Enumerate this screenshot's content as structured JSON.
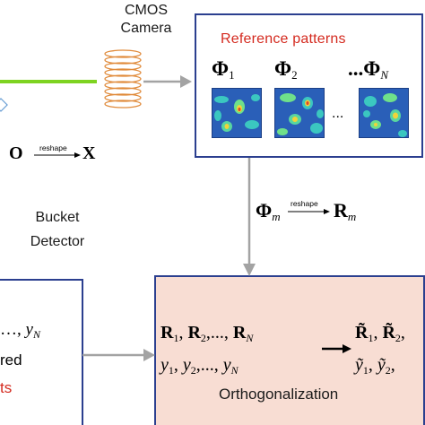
{
  "camera_label": [
    "CMOS",
    "Camera"
  ],
  "reference_title": "Reference patterns",
  "phi_symbol": "Φ",
  "phi_labels": [
    {
      "sub": "1",
      "prefix": ""
    },
    {
      "sub": "2",
      "prefix": ""
    },
    {
      "sub": "N",
      "prefix": "..."
    }
  ],
  "pattern_ellipsis": "...",
  "o_symbol": "O",
  "x_symbol": "X",
  "reshape_label": "reshape",
  "bucket_label": [
    "Bucket",
    "Detector"
  ],
  "phi_m_sub": "m",
  "r_symbol": "R",
  "r_m_sub": "m",
  "left_box": {
    "line1_prefix": "…, ",
    "line1_var": "y",
    "line1_sub": "N",
    "line2": "red",
    "line3": "ts"
  },
  "ortho_box": {
    "r_terms": [
      {
        "sym": "R",
        "sub": "1",
        "sep": ", "
      },
      {
        "sym": "R",
        "sub": "2",
        "sep": ",..., "
      },
      {
        "sym": "R",
        "sub": "N",
        "sep": ""
      }
    ],
    "y_terms": [
      {
        "sym": "y",
        "sub": "1",
        "sep": ", "
      },
      {
        "sym": "y",
        "sub": "2",
        "sep": ",..., "
      },
      {
        "sym": "y",
        "sub": "N",
        "sep": ""
      }
    ],
    "rt_terms": [
      {
        "sym": "R̃",
        "sub": "1",
        "sep": ", "
      },
      {
        "sym": "R̃",
        "sub": "2",
        "sep": ","
      }
    ],
    "yt_terms": [
      {
        "sym": "ỹ",
        "sub": "1",
        "sep": ", "
      },
      {
        "sym": "ỹ",
        "sub": "2",
        "sep": ","
      }
    ],
    "label": "Orthogonalization"
  },
  "colors": {
    "box_border": "#2b3f8f",
    "ortho_fill": "#f8ddd3",
    "ortho_border": "#2b3f8f",
    "arrow_gray": "#a3a3a3",
    "laser_green": "#7ed321",
    "coil_orange": "#e08a3a",
    "red_text": "#d42a1f"
  }
}
